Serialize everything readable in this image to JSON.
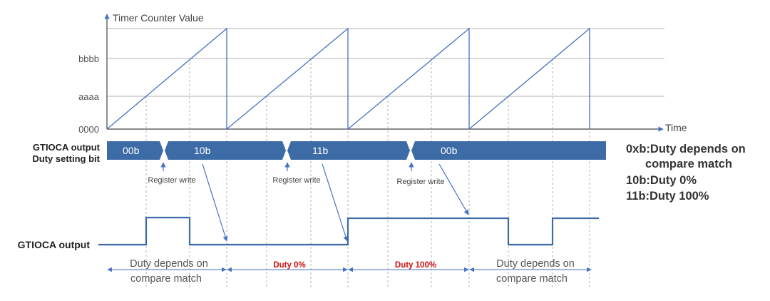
{
  "y_axis_label": "Timer Counter Value",
  "x_axis_label": "Time",
  "y_ticks": [
    "bbbb",
    "aaaa",
    "0000"
  ],
  "bar_label": [
    "GTIOCA output",
    "Duty setting bit"
  ],
  "bar_segments": [
    "00b",
    "10b",
    "11b",
    "00b"
  ],
  "register_write": [
    "Register write",
    "Register write",
    "Register write"
  ],
  "output_label": "GTIOCA output",
  "duty_labels": {
    "p1": [
      "Duty depends on",
      "compare match"
    ],
    "p2": "Duty 0%",
    "p3": "Duty 100%",
    "p4": [
      "Duty depends on",
      "compare match"
    ]
  },
  "legend": [
    "0xb:Duty depends on",
    "compare match",
    "10b:Duty 0%",
    "11b:Duty 100%"
  ],
  "colors": {
    "bar": "#3d6ba5",
    "wave": "#4472c4",
    "signal": "#3d6ba5",
    "grid": "#b0b0b0",
    "red": "#cc1111"
  }
}
